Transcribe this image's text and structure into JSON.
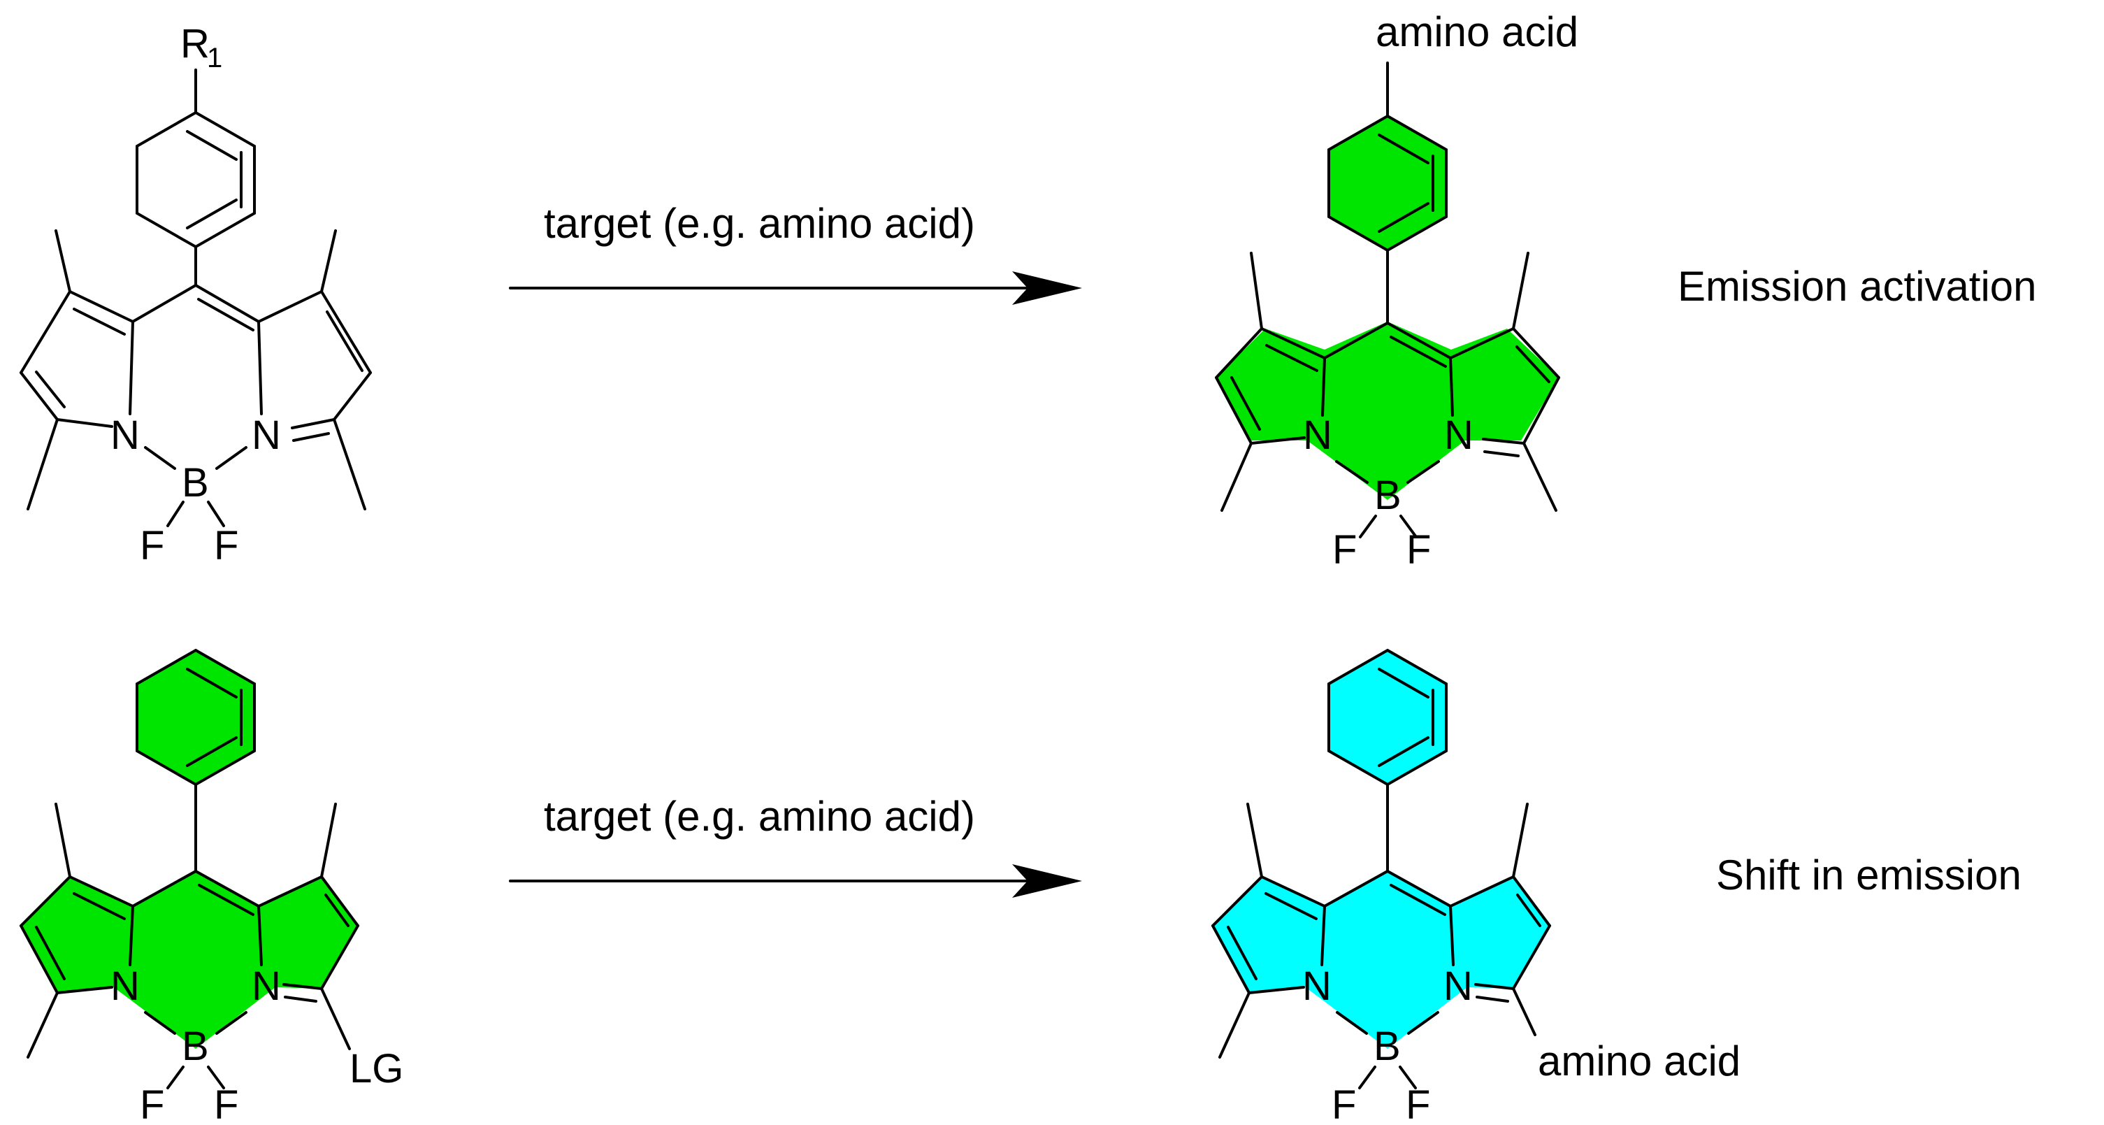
{
  "colors": {
    "emission_green": "#00e500",
    "emission_cyan": "#00ffff",
    "bond": "#000000"
  },
  "atoms": {
    "nitrogen": "N",
    "boron": "B",
    "fluorine": "F",
    "r_group": "R",
    "r_subscript": "1",
    "leaving_group": "LG"
  },
  "reactions": [
    {
      "reagent_label": "target (e.g. amino acid)",
      "product_substituent": "amino acid",
      "outcome_label": "Emission activation",
      "reactant_fill": "none",
      "product_fill": "emission_green"
    },
    {
      "reagent_label": "target (e.g. amino acid)",
      "product_substituent": "amino acid",
      "outcome_label": "Shift in emission",
      "reactant_fill": "emission_green",
      "product_fill": "emission_cyan"
    }
  ]
}
